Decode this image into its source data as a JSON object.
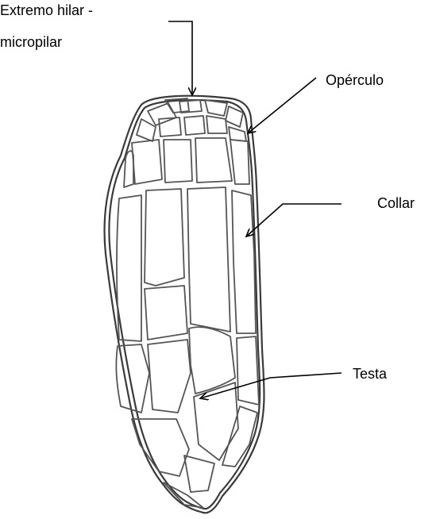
{
  "labels": {
    "hilar_line1": "Extremo hilar -",
    "hilar_line2": "micropilar",
    "operculo": "Opérculo",
    "collar": "Collar",
    "testa": "Testa"
  },
  "colors": {
    "outline": "#3a3a3a",
    "cells": "#555555",
    "arrows": "#000000"
  }
}
